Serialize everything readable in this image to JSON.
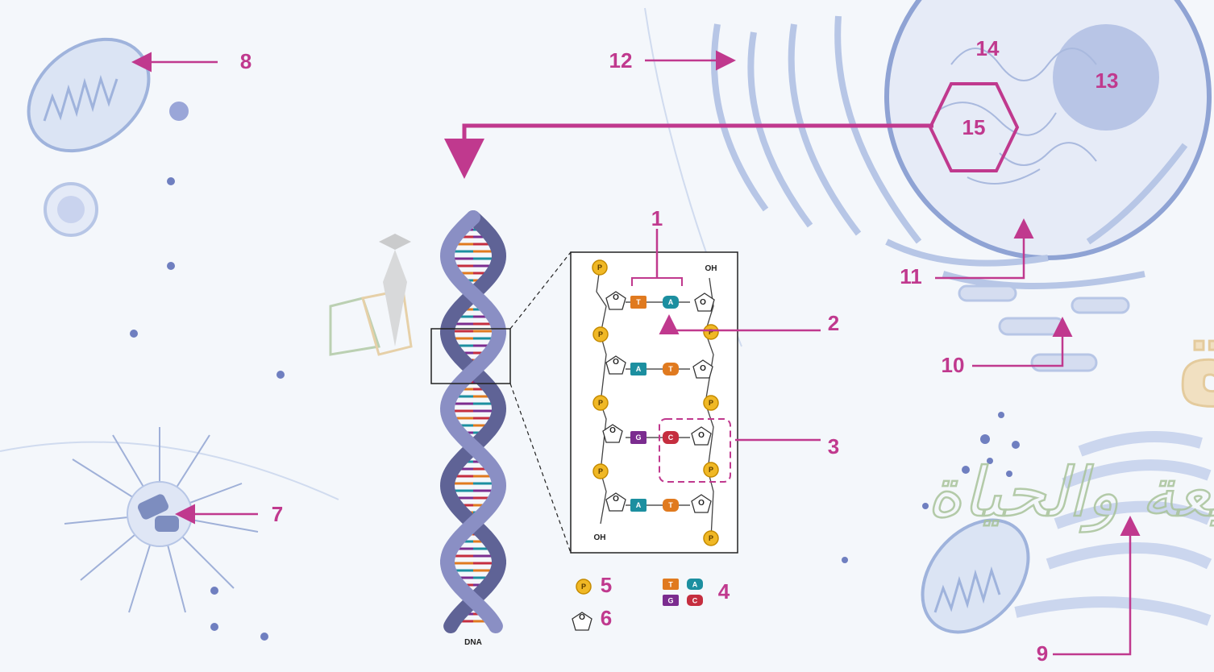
{
  "diagram": {
    "labels": [
      "1",
      "2",
      "3",
      "4",
      "5",
      "6",
      "7",
      "8",
      "9",
      "10",
      "11",
      "12",
      "13",
      "14",
      "15"
    ],
    "dna_caption": "DNA",
    "hydroxyl_label": "OH",
    "sugar_ring_atom": "O",
    "phosphate_symbol": "P",
    "base_pairs": [
      {
        "left": "T",
        "right": "A"
      },
      {
        "left": "A",
        "right": "T"
      },
      {
        "left": "G",
        "right": "C"
      },
      {
        "left": "A",
        "right": "T"
      }
    ],
    "legend_bases": [
      "T",
      "A",
      "G",
      "C"
    ]
  },
  "watermark": {
    "main": "الأستاذ خيرالدين سودة",
    "sub": "لعلوم الطبيعة والحياة"
  },
  "colors": {
    "label": "#c0398e",
    "helix": "#6f74a8",
    "cell_outline": "#9fb3dc",
    "T": "#e07a1f",
    "A": "#1c8fa0",
    "G": "#7b2c8f",
    "C": "#c52e3f",
    "phosphate": "#f0b825"
  }
}
